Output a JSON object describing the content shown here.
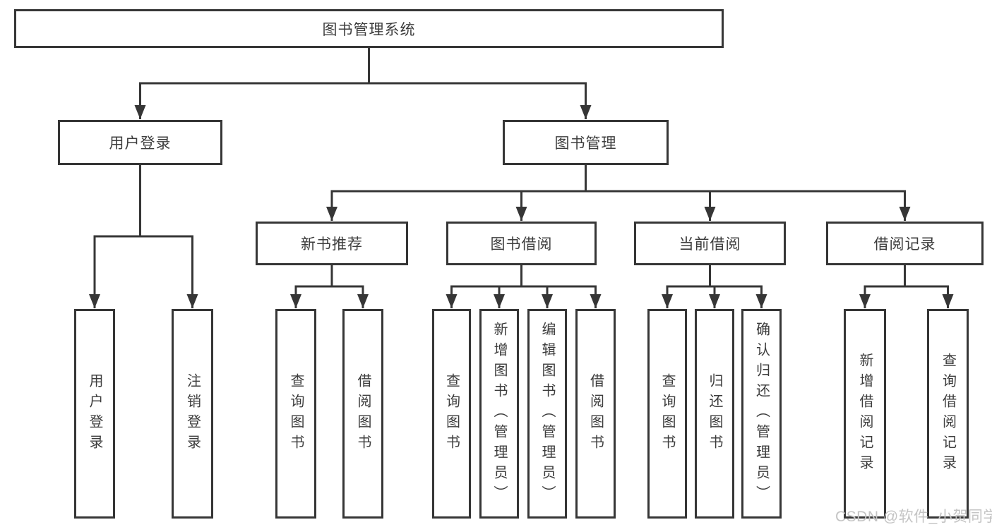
{
  "diagram": {
    "root": {
      "label": "图书管理系统"
    },
    "level1": [
      {
        "label": "用户登录"
      },
      {
        "label": "图书管理"
      }
    ],
    "level2": [
      {
        "label": "新书推荐"
      },
      {
        "label": "图书借阅"
      },
      {
        "label": "当前借阅"
      },
      {
        "label": "借阅记录"
      }
    ],
    "leaves": [
      {
        "label": "用户登录"
      },
      {
        "label": "注销登录"
      },
      {
        "label": "查询图书"
      },
      {
        "label": "借阅图书"
      },
      {
        "label": "查询图书"
      },
      {
        "label": "新增图书（管理员）"
      },
      {
        "label": "编辑图书（管理员）"
      },
      {
        "label": "借阅图书"
      },
      {
        "label": "查询图书"
      },
      {
        "label": "归还图书"
      },
      {
        "label": "确认归还（管理员）"
      },
      {
        "label": "新增借阅记录"
      },
      {
        "label": "查询借阅记录"
      }
    ]
  },
  "watermark": {
    "text": "CSDN @软件_小贺同学"
  },
  "colors": {
    "line": "#363636",
    "text": "#3d3d3d",
    "background": "#ffffff",
    "watermark": "#c4c4c4"
  }
}
